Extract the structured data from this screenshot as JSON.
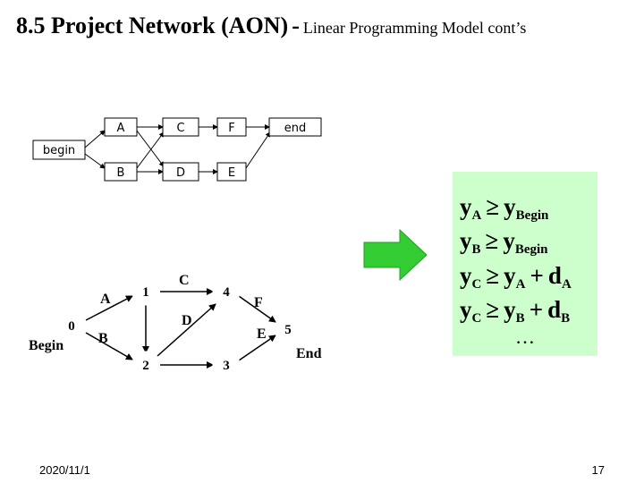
{
  "title": {
    "main": "8.5 Project Network (AON)",
    "separator": "-",
    "subtitle": "Linear Programming Model cont’s"
  },
  "top_network": {
    "nodes": {
      "begin": "begin",
      "a": "A",
      "b": "B",
      "c": "C",
      "d": "D",
      "f": "F",
      "e": "E",
      "end": "end"
    }
  },
  "bottom_network": {
    "nodes": [
      "0",
      "1",
      "2",
      "3",
      "4",
      "5"
    ],
    "labels": {
      "begin": "Begin",
      "a": "A",
      "b": "B",
      "c": "C",
      "d": "D",
      "e": "E",
      "f": "F",
      "end": "End"
    }
  },
  "arrow_color": "#33cc33",
  "constraints": {
    "background": "#ccffcc",
    "rows": [
      {
        "lhs": "y",
        "lhs_sub": "A",
        "op": "≥",
        "rhs": "y",
        "rhs_sub": "Begin",
        "plus": "",
        "d": "",
        "d_sub": ""
      },
      {
        "lhs": "y",
        "lhs_sub": "B",
        "op": "≥",
        "rhs": "y",
        "rhs_sub": "Begin",
        "plus": "",
        "d": "",
        "d_sub": ""
      },
      {
        "lhs": "y",
        "lhs_sub": "C",
        "op": "≥",
        "rhs": "y",
        "rhs_sub": "A",
        "plus": "+",
        "d": "d",
        "d_sub": "A"
      },
      {
        "lhs": "y",
        "lhs_sub": "C",
        "op": "≥",
        "rhs": "y",
        "rhs_sub": "B",
        "plus": "+",
        "d": "d",
        "d_sub": "B"
      }
    ],
    "ellipsis": "…"
  },
  "footer": {
    "date": "2020/11/1",
    "page": "17"
  }
}
